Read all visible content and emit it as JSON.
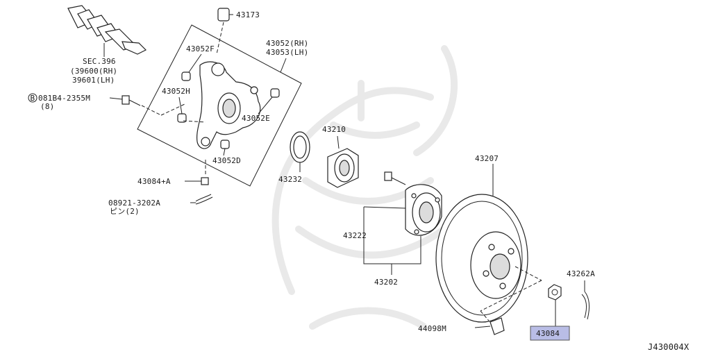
{
  "labels": {
    "p43173": "43173",
    "p43052f": "43052F",
    "p43052rh": "43052(RH)",
    "p43053lh": "43053(LH)",
    "sec": "SEC.396",
    "sec_rh": "(39600(RH)",
    "sec_lh": "39601(LH)",
    "bolt_circle": "B",
    "bolt": "081B4-2355M",
    "bolt_qty": "(8)",
    "p43052h": "43052H",
    "p43052e": "43052E",
    "p43052d": "43052D",
    "p43210": "43210",
    "p43232": "43232",
    "p43084a": "43084+A",
    "pin": "08921-3202A",
    "pin_qty": "ピン(2)",
    "p43207": "43207",
    "p43222": "43222",
    "p43202": "43202",
    "p43262a": "43262A",
    "p44098m": "44098M",
    "p43084": "43084",
    "ref": "J430004X"
  },
  "colors": {
    "highlight": "#b9bde6",
    "line": "#222222",
    "watermark": "#e9e9e9"
  }
}
